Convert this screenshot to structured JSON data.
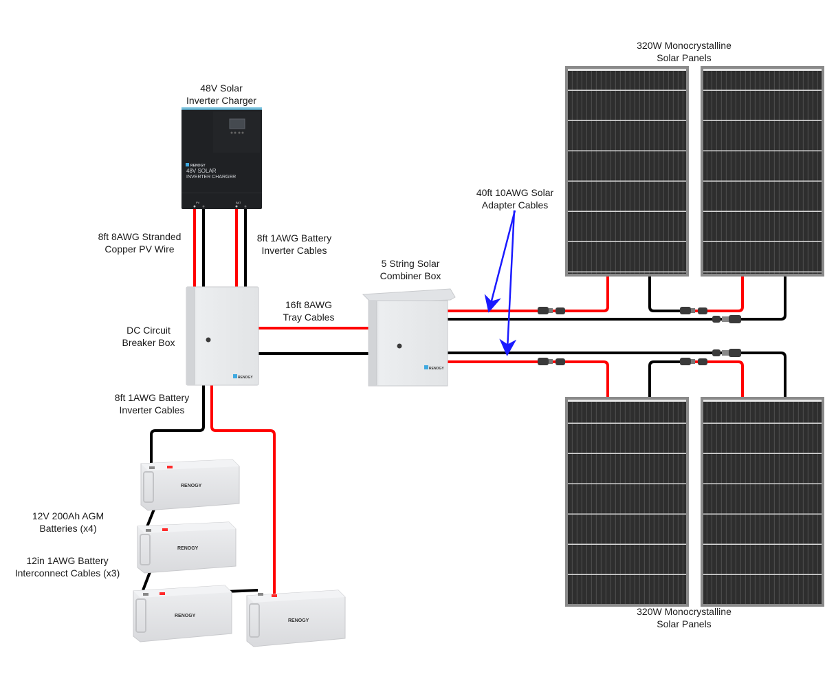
{
  "diagram": {
    "title": "48V Off-Grid Solar System Wiring Diagram",
    "components": {
      "inverter": {
        "label_line1": "48V Solar",
        "label_line2": "Inverter Charger",
        "brand": "RENOGY",
        "face_line1": "48V SOLAR",
        "face_line2": "INVERTER CHARGER",
        "port_left": "PV",
        "port_right": "BAT"
      },
      "breaker_box": {
        "label_line1": "DC Circuit",
        "label_line2": "Breaker Box",
        "brand": "RENOGY"
      },
      "combiner_box": {
        "label_line1": "5 String Solar",
        "label_line2": "Combiner Box",
        "brand": "RENOGY"
      },
      "panels_top": {
        "label_line1": "320W Monocrystalline",
        "label_line2": "Solar Panels",
        "count": 2
      },
      "panels_bottom": {
        "label_line1": "320W Monocrystalline",
        "label_line2": "Solar Panels",
        "count": 2
      },
      "batteries": {
        "label_line1": "12V 200Ah AGM",
        "label_line2": "Batteries (x4)",
        "brand": "RENOGY",
        "count": 4
      }
    },
    "cables": {
      "pv_wire": {
        "label_line1": "8ft 8AWG Stranded",
        "label_line2": "Copper PV Wire"
      },
      "battery_inverter_top": {
        "label_line1": "8ft 1AWG Battery",
        "label_line2": "Inverter Cables"
      },
      "tray": {
        "label_line1": "16ft 8AWG",
        "label_line2": "Tray Cables"
      },
      "adapter": {
        "label_line1": "40ft 10AWG Solar",
        "label_line2": "Adapter Cables"
      },
      "battery_inverter_bottom": {
        "label_line1": "8ft 1AWG Battery",
        "label_line2": "Inverter Cables"
      },
      "interconnect": {
        "label_line1": "12in 1AWG Battery",
        "label_line2": "Interconnect Cables (x3)"
      }
    },
    "colors": {
      "positive_wire": "#ff0000",
      "negative_wire": "#000000",
      "annotation_arrow": "#1a1aff",
      "panel_cell": "#2b2b2b",
      "enclosure": "#e4e6e8",
      "inverter_body": "#1f2124",
      "brand_accent": "#3fa9e0"
    }
  }
}
